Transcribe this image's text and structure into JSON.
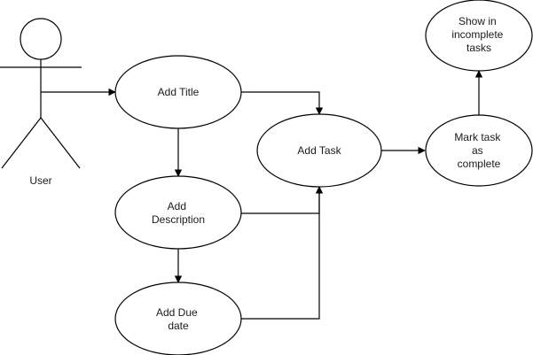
{
  "actor": {
    "label": "User"
  },
  "use_cases": {
    "add_title": [
      "Add Title"
    ],
    "add_description": [
      "Add",
      "Description"
    ],
    "add_due_date": [
      "Add Due",
      "date"
    ],
    "add_task": [
      "Add Task"
    ],
    "mark_complete": [
      "Mark task",
      "as",
      "complete"
    ],
    "show_incomplete": [
      "Show in",
      "incomplete",
      "tasks"
    ]
  },
  "colors": {
    "stroke": "#000000",
    "fill": "#ffffff",
    "text": "#1a1a1a"
  }
}
